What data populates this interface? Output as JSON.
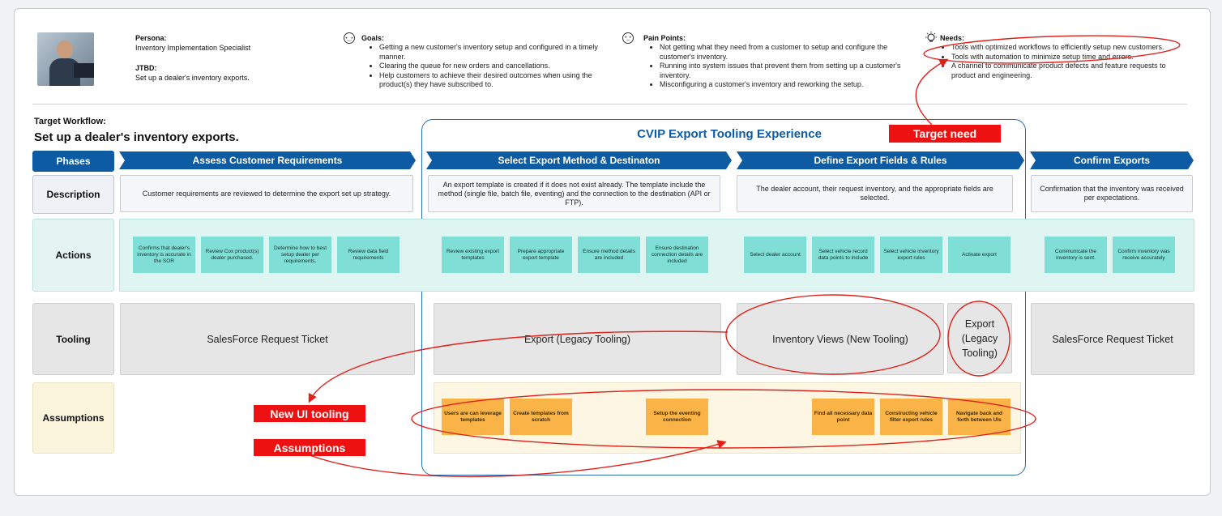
{
  "persona": {
    "persona_label": "Persona:",
    "persona_value": "Inventory Implementation Specialist",
    "jtbd_label": "JTBD:",
    "jtbd_value": "Set up a dealer's inventory exports."
  },
  "goals": {
    "label": "Goals:",
    "items": [
      "Getting a new customer's inventory setup and configured in a timely manner.",
      "Clearing the queue for new orders and cancellations.",
      "Help customers to achieve their desired outcomes when using the product(s) they have subscribed to."
    ]
  },
  "pain_points": {
    "label": "Pain Points:",
    "items": [
      "Not getting what they need from a customer to setup and configure the customer's inventory.",
      "Running into system issues that prevent them from setting up a customer's inventory.",
      "Misconfiguring a customer's inventory and reworking the setup."
    ]
  },
  "needs": {
    "label": "Needs:",
    "items": [
      "Tools with optimized workflows to efficiently setup new customers.",
      "Tools with automation to minimize setup time and errors.",
      "A channel to communicate product defects and feature requests to product and engineering."
    ]
  },
  "workflow": {
    "label": "Target Workflow:",
    "title": "Set up a dealer's inventory exports."
  },
  "cvip_title": "CVIP Export Tooling Experience",
  "annotations": {
    "target_need": "Target need",
    "new_ui_tooling": "New UI tooling",
    "assumptions": "Assumptions"
  },
  "row_labels": {
    "phases": "Phases",
    "description": "Description",
    "actions": "Actions",
    "tooling": "Tooling",
    "assumptions": "Assumptions"
  },
  "phases": [
    "Assess Customer Requirements",
    "Select Export Method & Destinaton",
    "Define Export Fields & Rules",
    "Confirm Exports"
  ],
  "descriptions": [
    "Customer requirements are reviewed to determine the export set up strategy.",
    "An export template is created if it does not exist already. The template include the method (single file, batch file, eventing) and the connection to the destination (API or FTP).",
    "The dealer account, their request inventory, and the appropriate fields are selected.",
    "Confirmation that the inventory was received per expectations."
  ],
  "actions": [
    "Confirms that dealer's inventory is accurate in the SOR",
    "Review Cox product(s) dealer purchased.",
    "Determine how to best setup dealer per requirements.",
    "Review data field requirements",
    "Review existing export templates",
    "Prepare appropriate export template",
    "Ensure method details are included",
    "Ensure destination connection details are included",
    "Select dealer account",
    "Select vehicle record data points to include",
    "Select vehicle inventory export rules",
    "Activate export",
    "Communicate the inventory is sent.",
    "Confirm inventory was receive accurately"
  ],
  "tooling": [
    "SalesForce Request Ticket",
    "Export (Legacy Tooling)",
    "Inventory Views (New Tooling)",
    "Export (Legacy Tooling)",
    "SalesForce Request Ticket"
  ],
  "assumptions": [
    "Users are can leverage templates",
    "Create templates from scratch",
    "Setup the eventing connection",
    "Find all necessary data point",
    "Constructing vehicle filter export rules",
    "Navigate back and forth between UIs"
  ],
  "colors": {
    "phase_blue": "#0d5ca3",
    "action_card": "#7fdfd6",
    "assumption_card": "#f9b347",
    "annotation_red": "#ee1111",
    "cvip_border": "#2a6db0"
  }
}
